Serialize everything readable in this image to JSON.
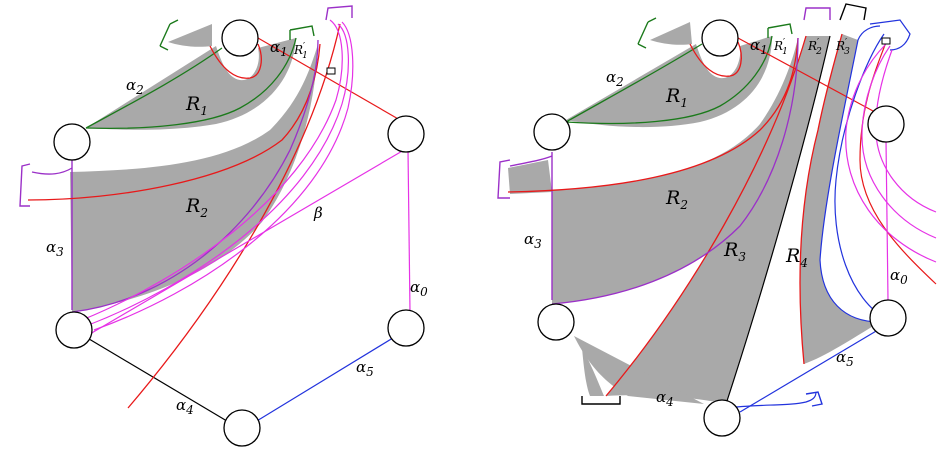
{
  "colors": {
    "shade": "#a9a9a9",
    "red": "#e8191a",
    "green": "#1b7a1b",
    "magenta": "#e632e6",
    "purple": "#9b30c8",
    "blue": "#2233dd",
    "black": "#000000"
  },
  "left": {
    "regions": [
      "R",
      "R"
    ],
    "region_subs": [
      "1",
      "2"
    ],
    "arc_labels": [
      {
        "base": "α",
        "sub": "0"
      },
      {
        "base": "α",
        "sub": "1"
      },
      {
        "base": "α",
        "sub": "2"
      },
      {
        "base": "α",
        "sub": "3"
      },
      {
        "base": "α",
        "sub": "4"
      },
      {
        "base": "α",
        "sub": "5"
      }
    ],
    "primed": [
      {
        "base": "R",
        "sub": "1",
        "prime": "′"
      }
    ],
    "beta": "β"
  },
  "right": {
    "regions": [
      "R",
      "R",
      "R",
      "R"
    ],
    "region_subs": [
      "1",
      "2",
      "3",
      "4"
    ],
    "arc_labels": [
      {
        "base": "α",
        "sub": "0"
      },
      {
        "base": "α",
        "sub": "1"
      },
      {
        "base": "α",
        "sub": "2"
      },
      {
        "base": "α",
        "sub": "3"
      },
      {
        "base": "α",
        "sub": "4"
      },
      {
        "base": "α",
        "sub": "5"
      }
    ],
    "primed": [
      {
        "base": "R",
        "sub": "1",
        "prime": "′"
      },
      {
        "base": "R",
        "sub": "2",
        "prime": "′"
      },
      {
        "base": "R",
        "sub": "3",
        "prime": "′"
      }
    ]
  }
}
